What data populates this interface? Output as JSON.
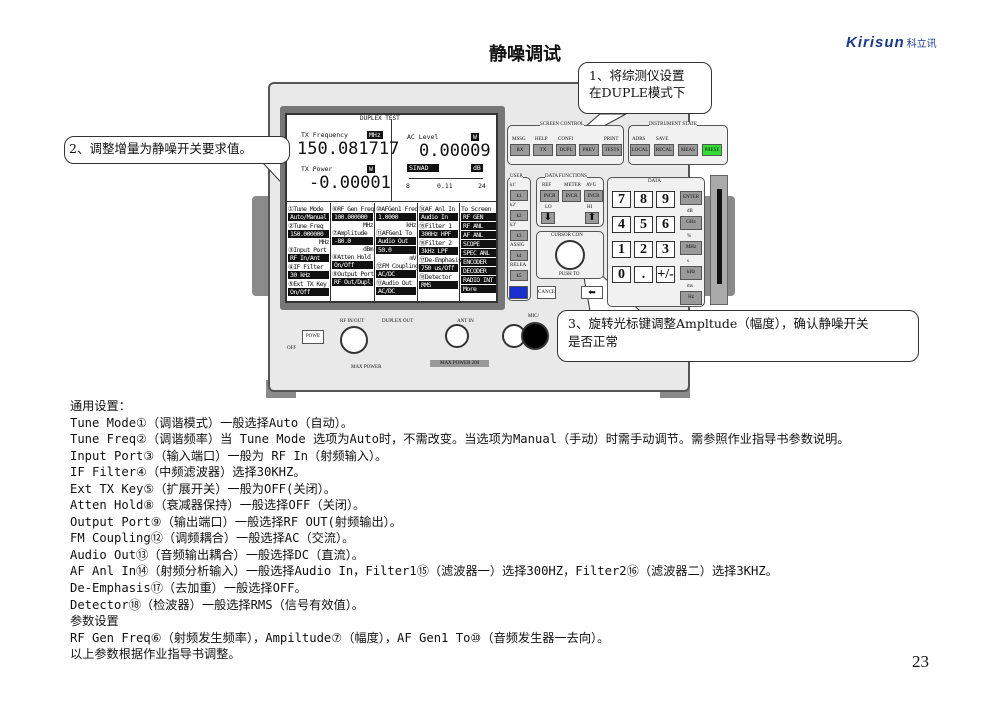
{
  "page": {
    "title": "静噪调试",
    "logo_text": "Kirisun",
    "logo_cn": "科立讯",
    "page_number": "23"
  },
  "screen": {
    "title": "DUPLEX TEST",
    "tx_freq": {
      "label": "TX Frequency",
      "unit": "MHz",
      "value": "150.081717"
    },
    "tx_power": {
      "label": "TX Power",
      "unit": "W",
      "value": "-0.00001"
    },
    "ac_level": {
      "label": "AC Level",
      "unit": "W",
      "value": "0.00009"
    },
    "sinad": {
      "label": "SINAD",
      "unit": "dB",
      "scale": [
        "8",
        "0.11",
        "24"
      ]
    },
    "columns": [
      [
        {
          "l": "①Tune Mode",
          "v": "Auto/Manual"
        },
        {
          "l": "②Tune Freq",
          "v": "150.000000",
          "u": "MHz"
        },
        {
          "l": "③Input Port",
          "v": "RF In/Ant"
        },
        {
          "l": "④IF Filter",
          "v": "30 kHz"
        },
        {
          "l": "⑤Ext TX Key",
          "v": "On/Off"
        }
      ],
      [
        {
          "l": "⑥RF Gen Freq",
          "v": "100.000000",
          "u": "MHz"
        },
        {
          "l": "⑦Amplitude",
          "v": "-80.0",
          "u": "dBm"
        },
        {
          "l": "⑧Atten Hold",
          "v": "On/Off"
        },
        {
          "l": "⑨Output Port",
          "v": "RF Out/Dupl"
        }
      ],
      [
        {
          "l": "⑩AFGen1 Freq",
          "v": "1.0000",
          "u": "kHz"
        },
        {
          "l": "⑪AFGen1 To",
          "v": "Audio Out"
        },
        {
          "l": "",
          "v": "50.0",
          "u": "mV"
        },
        {
          "l": "⑫FM Coupling",
          "v": "AC/DC"
        },
        {
          "l": "⑬Audio Out",
          "v": "AC/DC"
        }
      ],
      [
        {
          "l": "⑭AF Anl In",
          "v": "Audio In"
        },
        {
          "l": "⑮Filter 1",
          "v": "300Hz HPF"
        },
        {
          "l": "⑯Filter 2",
          "v": "3kHz LPF"
        },
        {
          "l": "⑰De-Emphasis",
          "v": "750 us/Off"
        },
        {
          "l": "⑱Detector",
          "v": "RMS"
        }
      ],
      [
        {
          "l": "To Screen",
          "v": "RF GEN"
        },
        {
          "l": "",
          "v": "RF ANL"
        },
        {
          "l": "",
          "v": "AF ANL"
        },
        {
          "l": "",
          "v": "SCOPE"
        },
        {
          "l": "",
          "v": "SPEC ANL"
        },
        {
          "l": "",
          "v": "ENCODER"
        },
        {
          "l": "",
          "v": "DECODER"
        },
        {
          "l": "",
          "v": "RADIO INT"
        },
        {
          "l": "",
          "v": "More"
        }
      ]
    ]
  },
  "panel": {
    "screen_control": {
      "title": "SCREEN CONTROL",
      "caps": [
        "MSSG",
        "HELP",
        "CONFI",
        "",
        "PRINT"
      ],
      "buttons": [
        "RX",
        "TX",
        "DUPL",
        "PREV",
        "TESTS"
      ]
    },
    "instrument_state": {
      "title": "INSTRUMENT STATE",
      "caps": [
        "ADRS",
        "SAVE",
        "",
        ""
      ],
      "buttons": [
        "LOCAL",
        "RECAL",
        "MEAS",
        "PRESE"
      ]
    },
    "user": {
      "title": "USER",
      "caps": [
        "k1'",
        "k2'",
        "k3'",
        "ASSIG",
        "RELEA"
      ],
      "buttons": [
        "k1",
        "k2",
        "k3",
        "k4",
        "k5"
      ]
    },
    "data_functions": {
      "title": "DATA FUNCTIONS",
      "caps": [
        "REF",
        "METER",
        "AVG"
      ],
      "buttons": [
        "INCR",
        "INCR",
        "INCR"
      ],
      "lo": "LO",
      "hi": "HI"
    },
    "cursor": {
      "title": "CURSOR CON",
      "push": "PUSH TO"
    },
    "cancel": "CANCE",
    "data": {
      "title": "DATA",
      "keys": [
        "7",
        "8",
        "9",
        "4",
        "5",
        "6",
        "1",
        "2",
        "3",
        "0",
        ".",
        "+/-"
      ],
      "units": [
        "ENTER",
        "GHz",
        "MHz",
        "kHz",
        "Hz"
      ],
      "unit_caps": [
        "dB",
        "%",
        "s",
        "ms"
      ]
    },
    "power": "POWE",
    "off": "OFF",
    "connectors": [
      "RF IN/OUT",
      "DUPLEX OUT",
      "ANT IN",
      "MIC/"
    ],
    "max_power": "MAX POWER",
    "max_power2": "MAX POWER 200"
  },
  "callouts": {
    "c1": [
      "1、将综测仪设置",
      "在DUPLE模式下"
    ],
    "c2": "2、调整增量为静噪开关要求值。",
    "c3": [
      "3、旋转光标键调整Ampltude（幅度），确认静噪开关",
      "是否正常"
    ]
  },
  "notes": [
    "通用设置：",
    "Tune Mode①（调谐模式）一般选择Auto（自动）。",
    "Tune Freq②（调谐频率）当 Tune Mode 选项为Auto时，不需改变。当选项为Manual（手动）时需手动调节。需参照作业指导书参数说明。",
    "Input Port③（输入端口）一般为 RF In（射频输入）。",
    "IF Filter④（中频滤波器）选择30KHZ。",
    "Ext TX Key⑤（扩展开关）一般为OFF(关闭）。",
    "Atten Hold⑧（衰减器保持）一般选择OFF（关闭）。",
    "Output Port⑨（输出端口）一般选择RF OUT(射频输出）。",
    "FM Coupling⑫（调频耦合）一般选择AC（交流）。",
    "Audio Out⑬（音频输出耦合）一般选择DC（直流）。",
    "AF Anl In⑭（射频分析输入）一般选择Audio In，Filter1⑮（滤波器一）选择300HZ，Filter2⑯（滤波器二）选择3KHZ。",
    "De-Emphasis⑰（去加重）一般选择OFF。",
    "Detector⑱（检波器）一般选择RMS（信号有效值）。",
    "参数设置",
    "RF Gen Freq⑥（射频发生频率），Ampiltude⑦（幅度），AF Gen1 To⑩（音频发生器一去向）。",
    "以上参数根据作业指导书调整。"
  ],
  "colors": {
    "preset": "#33dd33",
    "user_blue": "#1a2fd0",
    "logo": "#1d3a8a"
  }
}
